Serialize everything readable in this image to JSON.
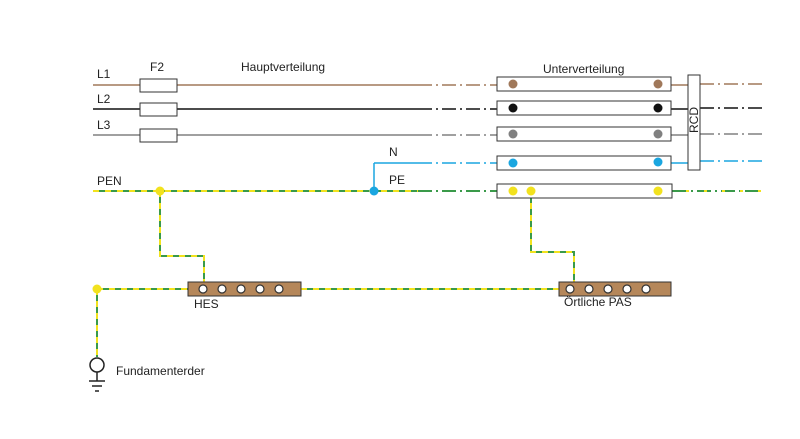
{
  "labels": {
    "l1": "L1",
    "l2": "L2",
    "l3": "L3",
    "fuse": "F2",
    "main_board": "Hauptverteilung",
    "sub_board": "Unterverteilung",
    "rcd": "RCD",
    "n": "N",
    "pe": "PE",
    "pen": "PEN",
    "hes": "HES",
    "local_pas": "Örtliche PAS",
    "earth": "Fundamenterder"
  },
  "colors": {
    "l1": "#a0785a",
    "l2": "#111111",
    "l3": "#808080",
    "n": "#1aa6e0",
    "pe_green": "#3a9a4a",
    "pe_yellow": "#f2e21e",
    "bus": "#b5875a",
    "outline": "#333333"
  },
  "icons": {
    "earth": "earth-ground-icon"
  }
}
